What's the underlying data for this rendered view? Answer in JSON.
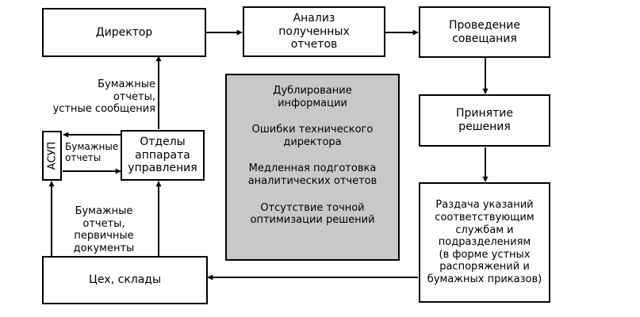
{
  "boxes": {
    "director": "Директор",
    "analysis": "Анализ\nполученных\nотчетов",
    "meeting": "Проведение\nсовещания",
    "decision": "Принятие\nрешения",
    "distribution": "Раздача указаний\nсоответствующим\nслужбам и\nподразделениям\n(в форме устных\nраспоряжений и\nбумажных приказов)",
    "departments": "Отделы\nаппарата\nуправления",
    "asup": "АСУП",
    "workshop": "Цех, склады"
  },
  "problems": [
    "Дублирование\nинформации",
    "Ошибки технического\nдиректора",
    "Медленная подготовка\nаналитических отчетов",
    "Отсутствие точной\nоптимизации решений"
  ],
  "edge_labels": {
    "to_director": "Бумажные отчеты,\nустные сообщения",
    "asup_link": "Бумажные\nотчеты",
    "from_workshop": "Бумажные отчеты,\nпервичные\nдокументы"
  }
}
